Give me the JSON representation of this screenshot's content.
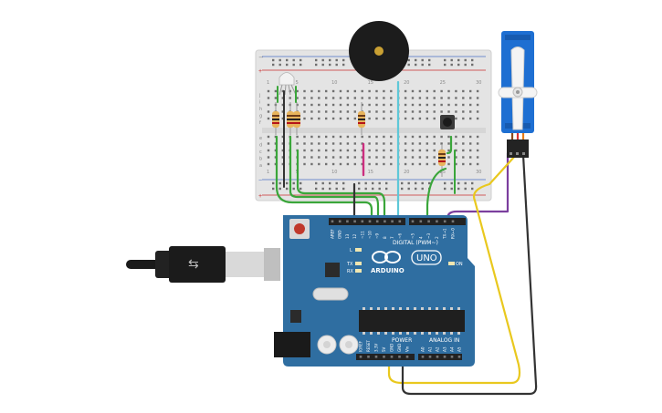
{
  "arduino": {
    "brand": "ARDUINO",
    "model": "UNO",
    "digital_label": "DIGITAL (PWM~)",
    "power_label": "POWER",
    "analog_label": "ANALOG IN",
    "on_label": "ON",
    "led_l": "L",
    "led_tx": "TX",
    "led_rx": "RX",
    "top_pins": [
      "AREF",
      "GND",
      "13",
      "12",
      "~11",
      "~10",
      "~9",
      "8",
      "7",
      "~6",
      "~5",
      "4",
      "~3",
      "2",
      "TX→1",
      "RX←0"
    ],
    "power_pins": [
      "IOREF",
      "RESET",
      "3.3V",
      "5V",
      "GND",
      "GND",
      "Vin"
    ],
    "analog_pins": [
      "A0",
      "A1",
      "A2",
      "A3",
      "A4",
      "A5"
    ]
  },
  "breadboard": {
    "rows": [
      "a",
      "b",
      "c",
      "d",
      "e",
      "f",
      "g",
      "h",
      "i",
      "j"
    ],
    "columns": [
      "1",
      "5",
      "10",
      "15",
      "20",
      "25",
      "30"
    ]
  },
  "colors": {
    "board": "#2f6ea1",
    "breadboard": "#e6e6e6",
    "wire_green": "#3aa63a",
    "wire_black": "#333333",
    "wire_cyan": "#5ec8d8",
    "wire_magenta": "#cc2e7f",
    "wire_yellow": "#e9c81e",
    "wire_purple": "#7b3f9e",
    "servo": "#1e6fd2"
  }
}
